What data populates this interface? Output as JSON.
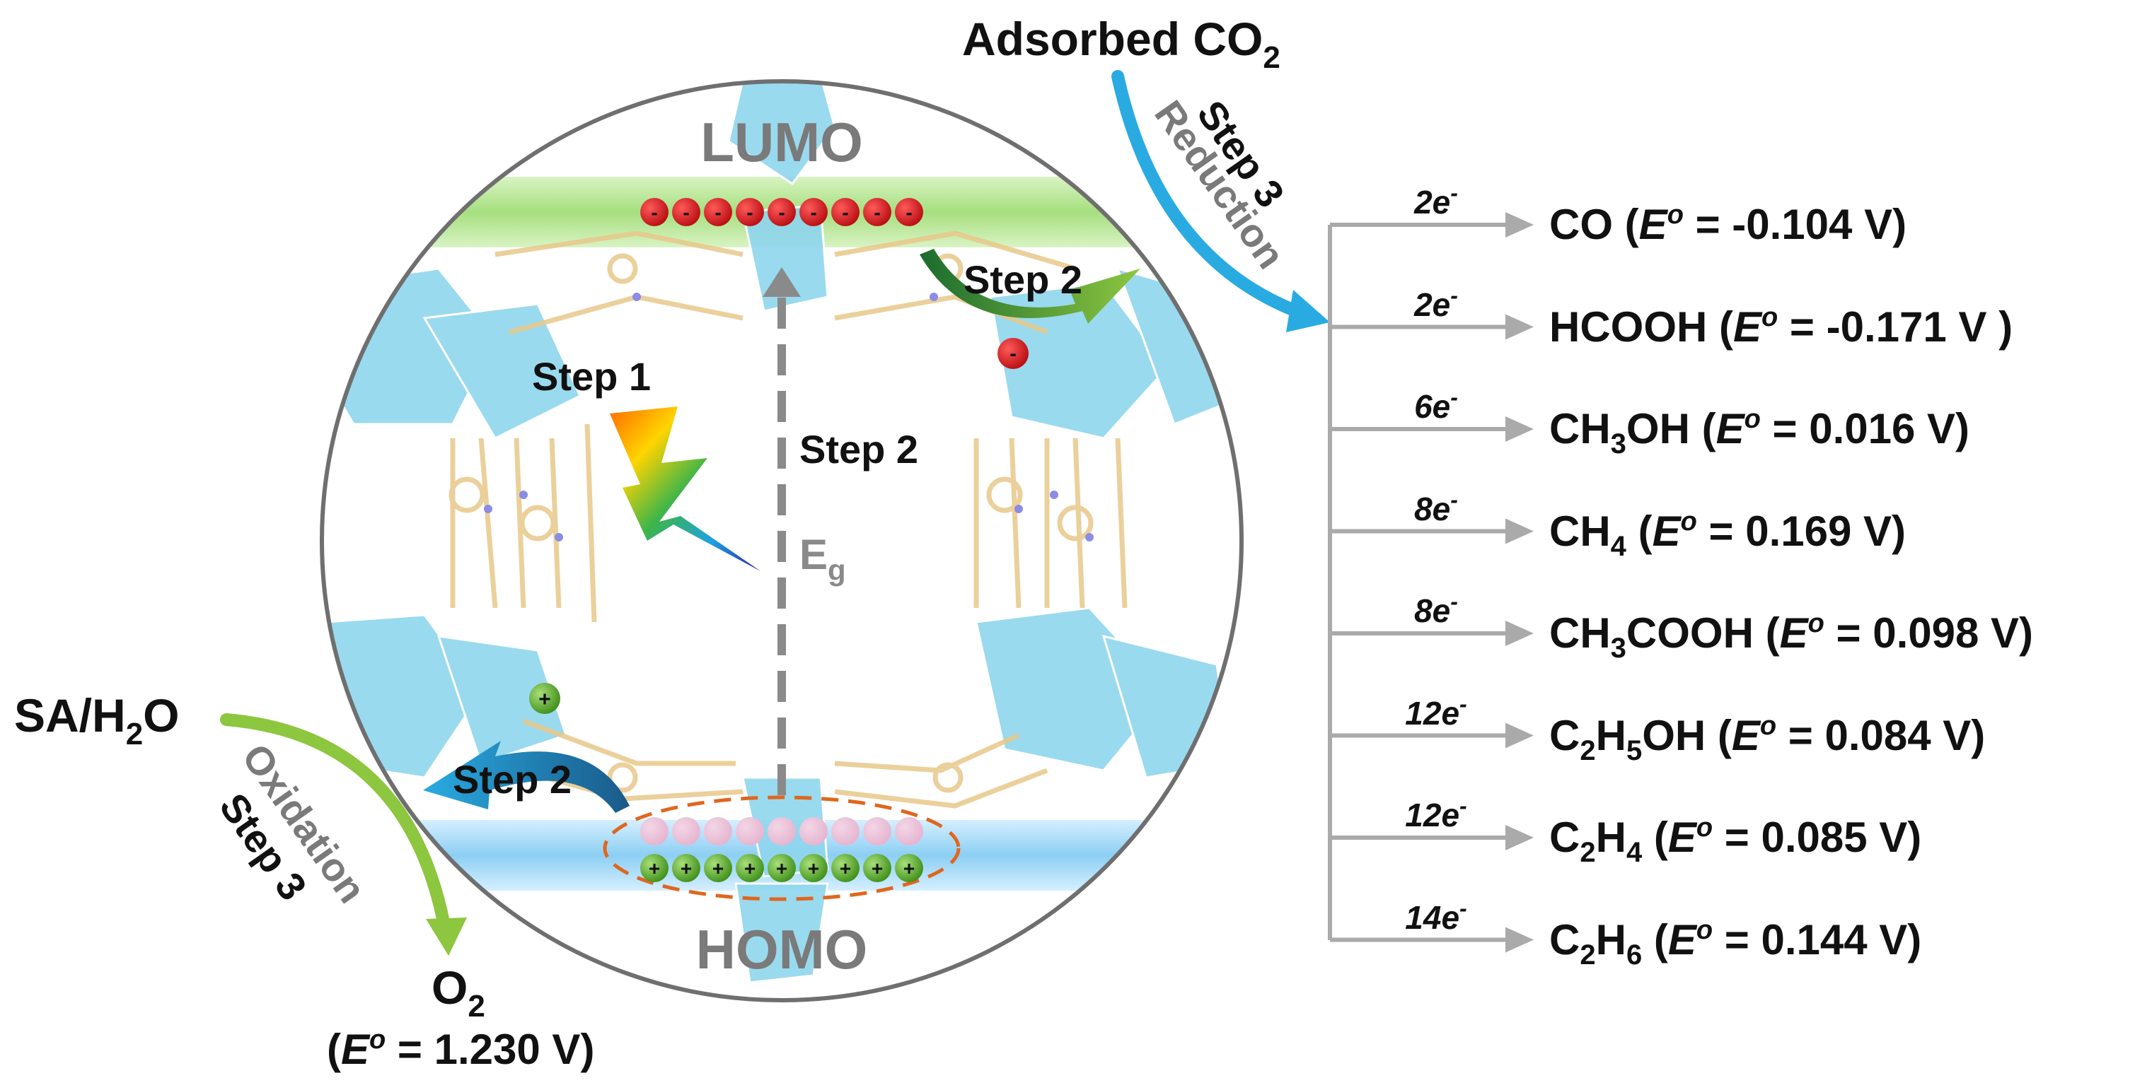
{
  "top_source": {
    "text": "Adsorbed CO",
    "sub": "2"
  },
  "left_source": {
    "text": "SA/H",
    "sub": "2",
    "tail": "O"
  },
  "bands": {
    "lumo": "LUMO",
    "homo": "HOMO",
    "gap_main": "E",
    "gap_sub": "g"
  },
  "steps": {
    "step1": "Step 1",
    "step2_gap": "Step 2",
    "step2_electron": "Step 2",
    "step2_hole": "Step 2",
    "step3_reduction_a": "Step 3",
    "step3_reduction_b": "Reduction",
    "step3_oxidation_a": "Oxidation",
    "step3_oxidation_b": "Step 3"
  },
  "charges": {
    "electron": "-",
    "hole": "+"
  },
  "oxidation_product": {
    "main": "O",
    "sub": "2",
    "eq_open": "(",
    "eq_E": "E",
    "eq_sup": "o",
    "eq_value": " = 1.230 V)"
  },
  "reduction_products": [
    {
      "electrons": "2e",
      "charge": "-",
      "pre": "CO",
      "s1": "",
      "mid": "",
      "s2": "",
      "post": "",
      "potential": " = -0.104 V)"
    },
    {
      "electrons": "2e",
      "charge": "-",
      "pre": "HCOOH",
      "s1": "",
      "mid": "",
      "s2": "",
      "post": "",
      "potential": " = -0.171 V )"
    },
    {
      "electrons": "6e",
      "charge": "-",
      "pre": "CH",
      "s1": "3",
      "mid": "OH",
      "s2": "",
      "post": "",
      "potential": " = 0.016 V)"
    },
    {
      "electrons": "8e",
      "charge": "-",
      "pre": "CH",
      "s1": "4",
      "mid": "",
      "s2": "",
      "post": "",
      "potential": " = 0.169 V)"
    },
    {
      "electrons": "8e",
      "charge": "-",
      "pre": "CH",
      "s1": "3",
      "mid": "COOH",
      "s2": "",
      "post": "",
      "potential": " = 0.098 V)"
    },
    {
      "electrons": "12e",
      "charge": "-",
      "pre": "C",
      "s1": "2",
      "mid": "H",
      "s2": "5",
      "post": "OH",
      "potential": " = 0.084 V)"
    },
    {
      "electrons": "12e",
      "charge": "-",
      "pre": "C",
      "s1": "2",
      "mid": "H",
      "s2": "4",
      "post": "",
      "potential": " = 0.085 V)"
    },
    {
      "electrons": "14e",
      "charge": "-",
      "pre": "C",
      "s1": "2",
      "mid": "H",
      "s2": "6",
      "post": "",
      "potential": " = 0.144 V)"
    }
  ],
  "potential_symbol": {
    "open": " (",
    "E": "E",
    "sup": "o"
  },
  "colors": {
    "reduction_arrow": "#29ABE2",
    "oxidation_arrow": "#8DC63F",
    "lumo_band": "#B9E79A",
    "homo_band": "#9DD7F4",
    "electron": "#D7161C",
    "hole": "#69B42E",
    "framework_node": "#8FD6EE",
    "framework_linker": "#E8C88A",
    "branch_line": "#AAAAAA"
  }
}
